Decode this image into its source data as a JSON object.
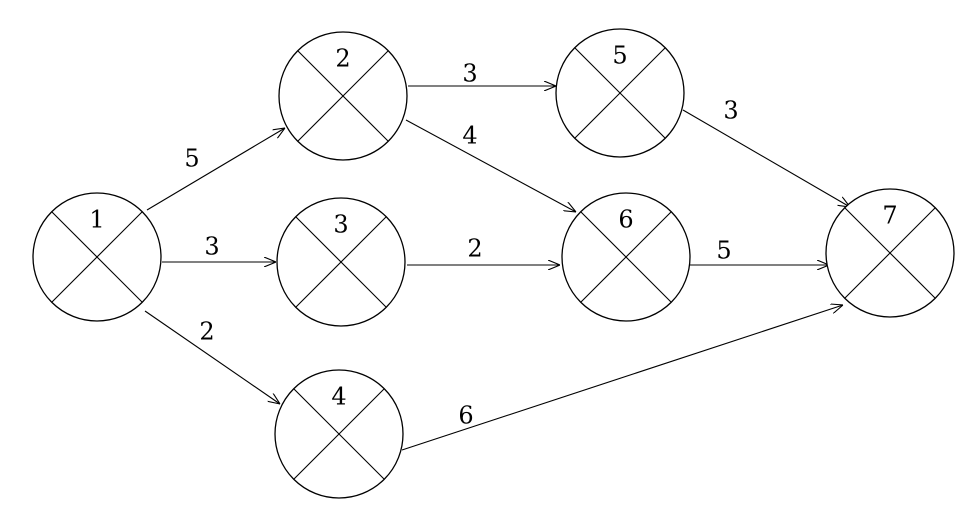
{
  "nodes": [
    {
      "id": "1",
      "label": "1"
    },
    {
      "id": "2",
      "label": "2"
    },
    {
      "id": "3",
      "label": "3"
    },
    {
      "id": "4",
      "label": "4"
    },
    {
      "id": "5",
      "label": "5"
    },
    {
      "id": "6",
      "label": "6"
    },
    {
      "id": "7",
      "label": "7"
    }
  ],
  "edges": [
    {
      "from": "1",
      "to": "2",
      "weight": "5"
    },
    {
      "from": "1",
      "to": "3",
      "weight": "3"
    },
    {
      "from": "1",
      "to": "4",
      "weight": "2"
    },
    {
      "from": "2",
      "to": "5",
      "weight": "3"
    },
    {
      "from": "2",
      "to": "6",
      "weight": "4"
    },
    {
      "from": "3",
      "to": "6",
      "weight": "2"
    },
    {
      "from": "5",
      "to": "7",
      "weight": "3"
    },
    {
      "from": "6",
      "to": "7",
      "weight": "5"
    },
    {
      "from": "4",
      "to": "7",
      "weight": "6"
    }
  ]
}
